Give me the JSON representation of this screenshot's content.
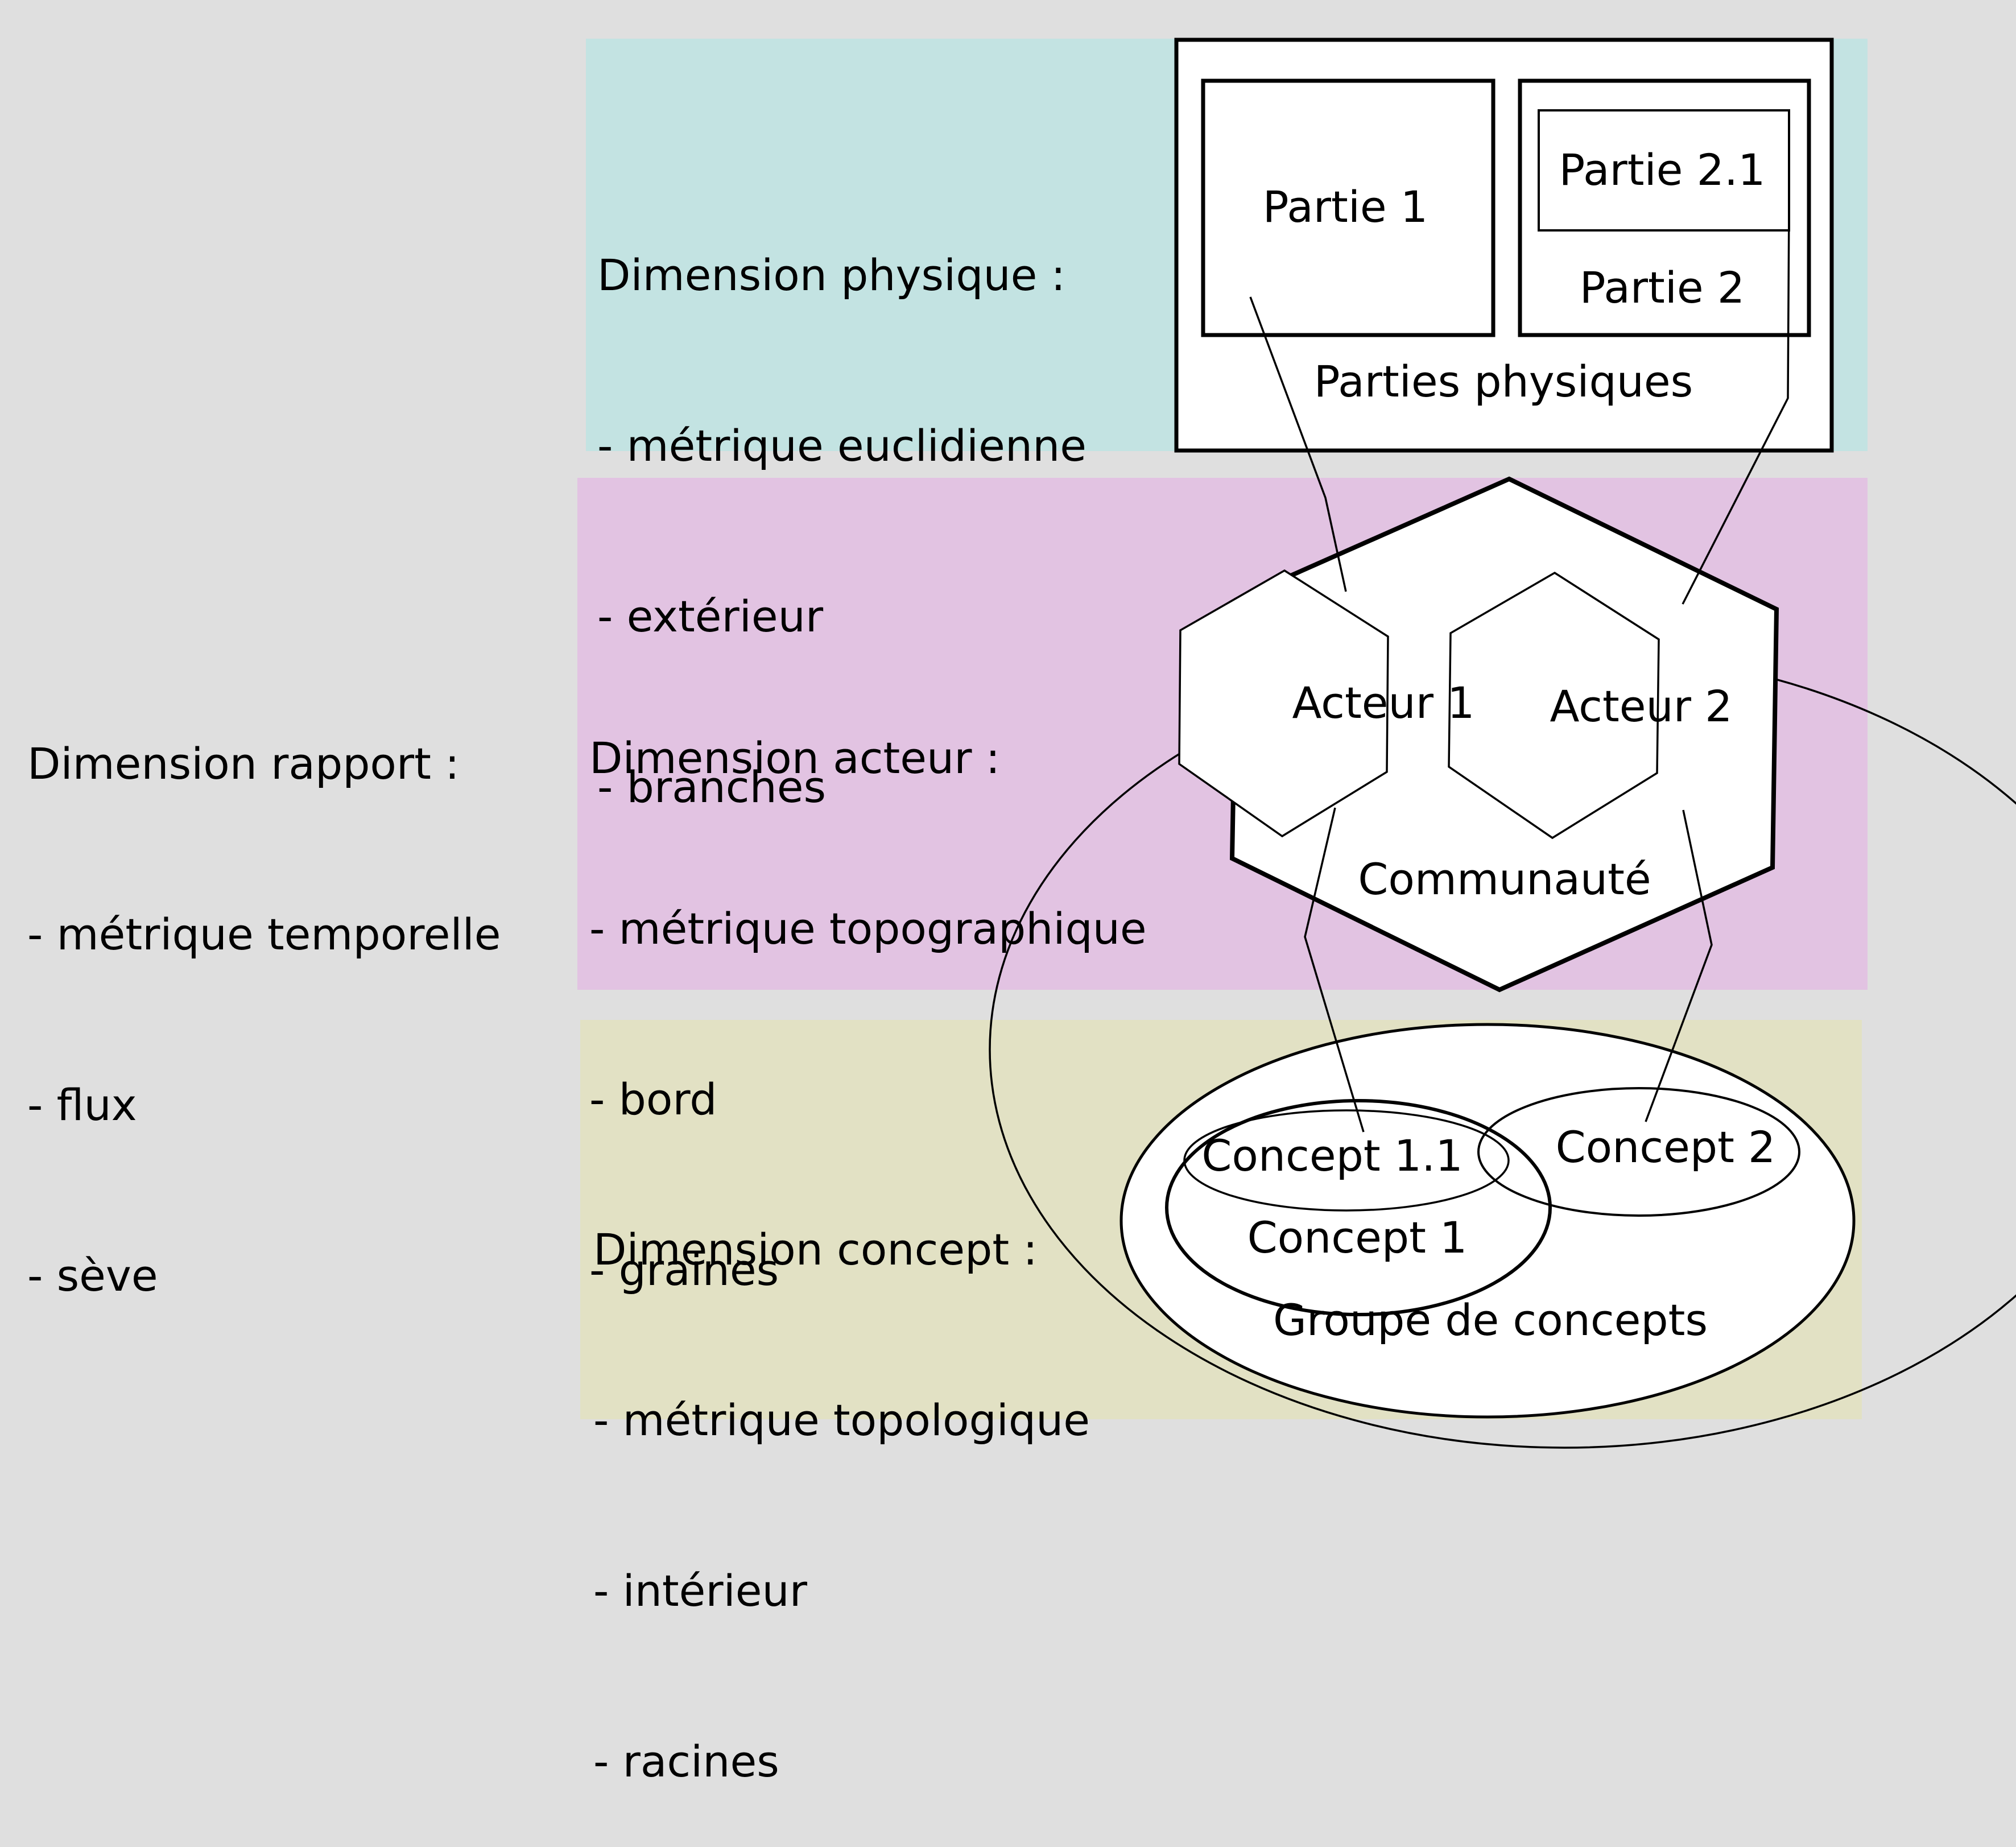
{
  "colors": {
    "background": "#dfdfdf",
    "physique_band": "#c3e3e2",
    "acteur_band": "#e2c3e2",
    "concept_band": "#e2e1c4",
    "shape_fill": "#ffffff",
    "stroke": "#000000"
  },
  "dimensions": {
    "rapport": {
      "title": "Dimension rapport :",
      "items": [
        "- métrique temporelle",
        "- flux",
        "- sève"
      ]
    },
    "physique": {
      "title": "Dimension physique :",
      "items": [
        "- métrique euclidienne",
        "- extérieur",
        "- branches"
      ]
    },
    "acteur": {
      "title": "Dimension acteur :",
      "items": [
        "- métrique topographique",
        "- bord",
        "- graines"
      ]
    },
    "concept": {
      "title": "Dimension concept :",
      "items": [
        "- métrique topologique",
        "- intérieur",
        "- racines"
      ]
    }
  },
  "physique_shapes": {
    "container": "Parties physiques",
    "partie1": "Partie 1",
    "partie2": "Partie 2",
    "partie21": "Partie 2.1"
  },
  "acteur_shapes": {
    "container": "Communauté",
    "acteur1": "Acteur 1",
    "acteur2": "Acteur 2"
  },
  "concept_shapes": {
    "container": "Groupe de concepts",
    "concept1": "Concept 1",
    "concept11": "Concept 1.1",
    "concept2": "Concept 2"
  }
}
